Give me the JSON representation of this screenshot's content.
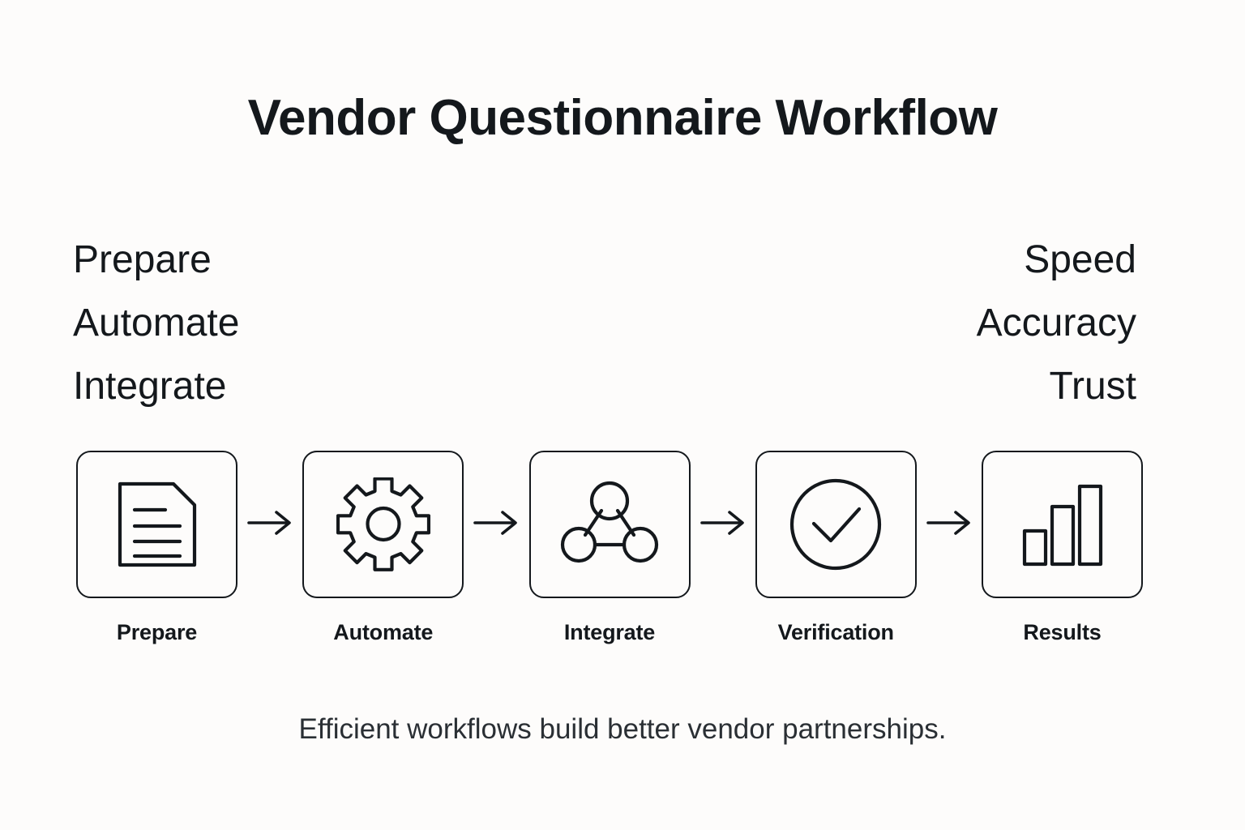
{
  "header": {
    "title": "Vendor Questionnaire Workflow"
  },
  "capabilities": {
    "items": [
      {
        "label": "Prepare"
      },
      {
        "label": "Automate"
      },
      {
        "label": "Integrate"
      }
    ]
  },
  "outcomes": {
    "items": [
      {
        "label": "Speed"
      },
      {
        "label": "Accuracy"
      },
      {
        "label": "Trust"
      }
    ]
  },
  "flow": {
    "connector_icon": "arrow-right-icon",
    "steps": [
      {
        "label": "Prepare",
        "icon": "document-icon"
      },
      {
        "label": "Automate",
        "icon": "gear-icon"
      },
      {
        "label": "Integrate",
        "icon": "network-nodes-icon"
      },
      {
        "label": "Verification",
        "icon": "check-circle-icon"
      },
      {
        "label": "Results",
        "icon": "bar-chart-icon"
      }
    ]
  },
  "footer": {
    "caption": "Efficient workflows build better vendor partnerships."
  },
  "colors": {
    "background": "#fdfcfb",
    "ink": "#14181c",
    "caption": "#2a2f34"
  }
}
